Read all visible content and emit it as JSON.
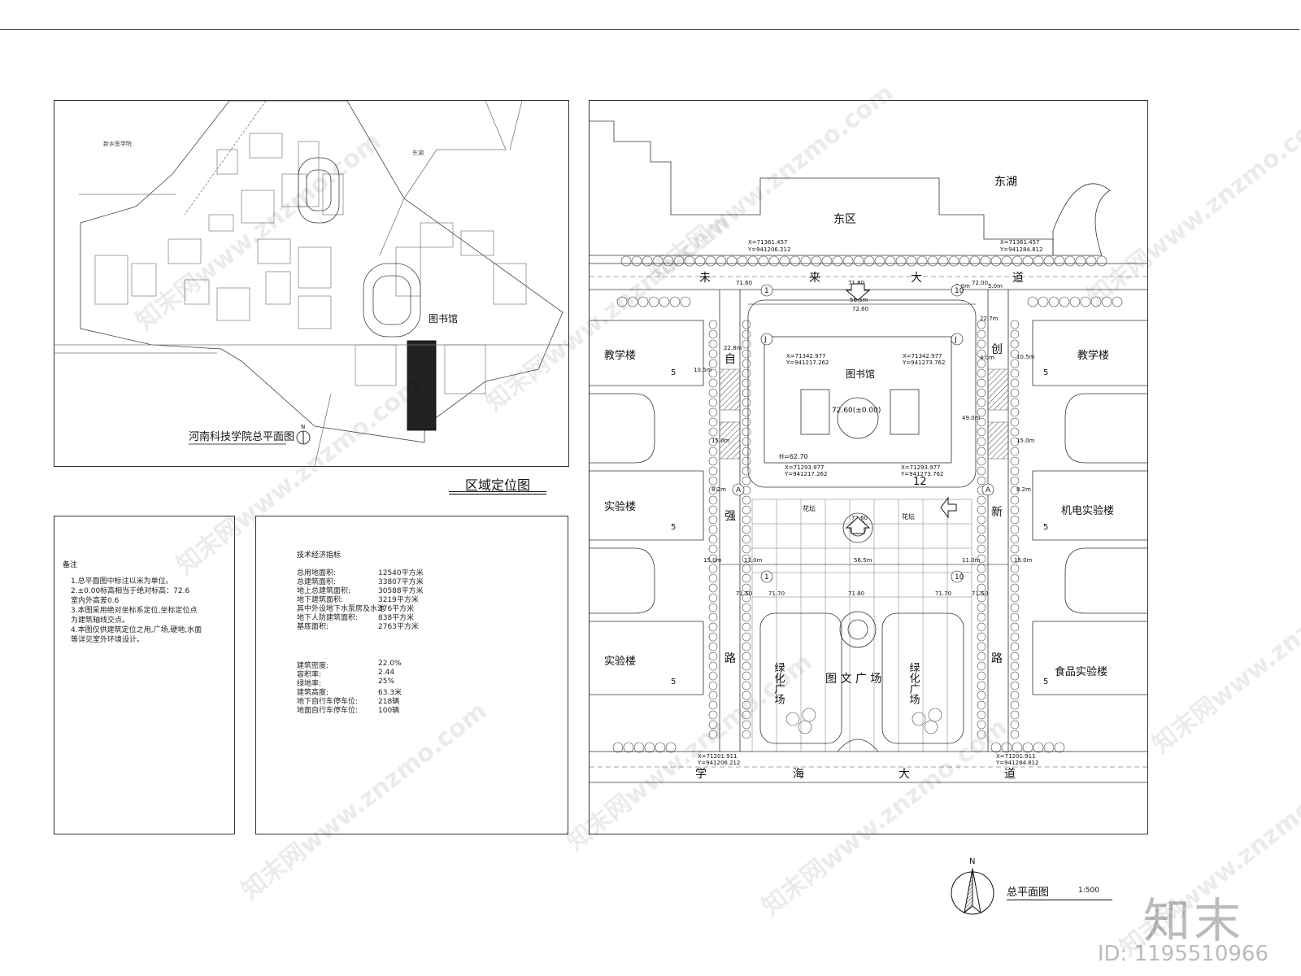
{
  "regional": {
    "title": "区域定位图",
    "campus_title": "河南科技学院总平面图",
    "north": "N",
    "library_label": "图书馆",
    "labels": [
      "新乡医学院",
      "东湖"
    ]
  },
  "notes": {
    "heading": "备注",
    "lines": [
      "1.总平面图中标注以米为单位。",
      "2.±0.00标高相当于绝对标高：72.6",
      "  室内外高差0.6",
      "3.本图采用绝对坐标系定位,坐标定位点",
      "  为建筑轴线交点。",
      "4.本图仅供建筑定位之用,广场,硬地,水面",
      "  等详见室外环境设计。"
    ]
  },
  "tech": {
    "heading": "技术经济指标",
    "rows": [
      {
        "label": "总用地面积:",
        "value": "12540平方米"
      },
      {
        "label": "总建筑面积:",
        "value": "33807平方米"
      },
      {
        "label": "地上总建筑面积:",
        "value": "30588平方米"
      },
      {
        "label": "地下建筑面积:",
        "value": "3219平方米"
      },
      {
        "label": "其中外设地下水泵房及水池",
        "value": "376平方米"
      },
      {
        "label": "地下人防建筑面积:",
        "value": "838平方米"
      },
      {
        "label": "基底面积:",
        "value": "2763平方米"
      }
    ],
    "rows2": [
      {
        "label": "建筑密度:",
        "value": "22.0%"
      },
      {
        "label": "容积率:",
        "value": "2.44"
      },
      {
        "label": "绿地率:",
        "value": "25%"
      },
      {
        "label": "建筑高度:",
        "value": "63.3米"
      },
      {
        "label": "地下自行车停车位:",
        "value": "218辆"
      },
      {
        "label": "地面自行车停车位:",
        "value": "100辆"
      }
    ]
  },
  "site": {
    "east_lake": "东湖",
    "east_zone": "东区",
    "library": "图书馆",
    "library_level": "72.60(±0.00)",
    "height": "H=62.70",
    "floors": "12",
    "plaza": "图 文 广 场",
    "green_left": "绿化广场",
    "green_right": "绿化广场",
    "flowerbed": "花坛",
    "roads": {
      "north": [
        "未",
        "来",
        "大",
        "道"
      ],
      "south": [
        "学",
        "海",
        "大",
        "道"
      ],
      "west": [
        "自",
        "强",
        "路"
      ],
      "east": [
        "创",
        "新",
        "路"
      ]
    },
    "buildings_left": [
      {
        "name": "教学楼",
        "floors": "5"
      },
      {
        "name": "实验楼",
        "floors": "5"
      },
      {
        "name": "实验楼",
        "floors": "5"
      }
    ],
    "buildings_right": [
      {
        "name": "教学楼",
        "floors": "5"
      },
      {
        "name": "机电实验楼",
        "floors": "5"
      },
      {
        "name": "食品实验楼",
        "floors": "5"
      }
    ],
    "coords": [
      "X=71361.457",
      "Y=941206.212",
      "X=71361.457",
      "Y=941284.812",
      "X=71342.977",
      "Y=941217.262",
      "X=71342.977",
      "Y=941273.762",
      "X=71293.977",
      "Y=941217.262",
      "X=71293.977",
      "Y=941273.762",
      "X=71201.911",
      "Y=941206.212",
      "X=71201.911",
      "Y=941284.812"
    ],
    "levels": [
      "71.60",
      "71.80",
      "72.60",
      "71.50",
      "71.70",
      "71.80",
      "71.70",
      "71.50",
      "72.60",
      "72.00"
    ],
    "dims": [
      "56.5m",
      "22.7m",
      "22.8m",
      "10.5m",
      "10.5m",
      "15.0m",
      "49.0m",
      "15.0m",
      "11.0m",
      "56.5m",
      "11.0m",
      "15.0m",
      "15.0m",
      "5.0m",
      "5.0m",
      "4.0m",
      "8.2m",
      "8.2m"
    ],
    "axes": [
      "1",
      "10",
      "J",
      "J",
      "A",
      "A",
      "1",
      "10"
    ]
  },
  "plan_title": {
    "north": "N",
    "title": "总平面图",
    "scale": "1:500"
  },
  "branding": {
    "logo": "知末",
    "image_id": "ID: 1195510966",
    "watermark": "知末网www.znzmo.com"
  }
}
